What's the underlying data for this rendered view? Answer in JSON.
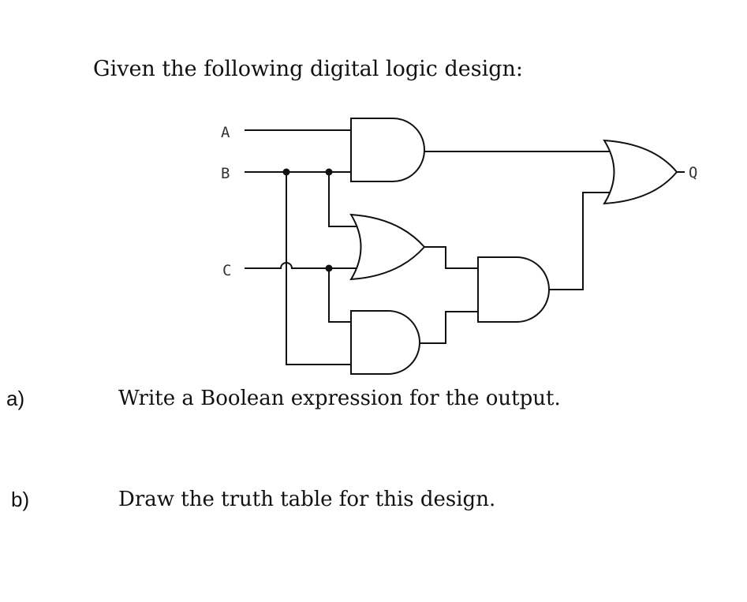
{
  "question": {
    "intro": "Given the following digital logic design:"
  },
  "circuit": {
    "inputs": [
      "A",
      "B",
      "C"
    ],
    "output": "Q",
    "gates": [
      {
        "id": "and1",
        "type": "AND",
        "inputs": [
          "A",
          "B"
        ]
      },
      {
        "id": "or1",
        "type": "OR",
        "inputs": [
          "B",
          "C"
        ]
      },
      {
        "id": "and2",
        "type": "AND",
        "inputs": [
          "C",
          "B"
        ]
      },
      {
        "id": "and3",
        "type": "AND",
        "inputs": [
          "or1",
          "and2"
        ]
      },
      {
        "id": "or2",
        "type": "OR",
        "inputs": [
          "and1",
          "and3"
        ]
      }
    ]
  },
  "parts": [
    {
      "label": "a)",
      "text": "Write a Boolean expression for the output."
    },
    {
      "label": "b)",
      "text": "Draw the truth table for this design."
    }
  ]
}
